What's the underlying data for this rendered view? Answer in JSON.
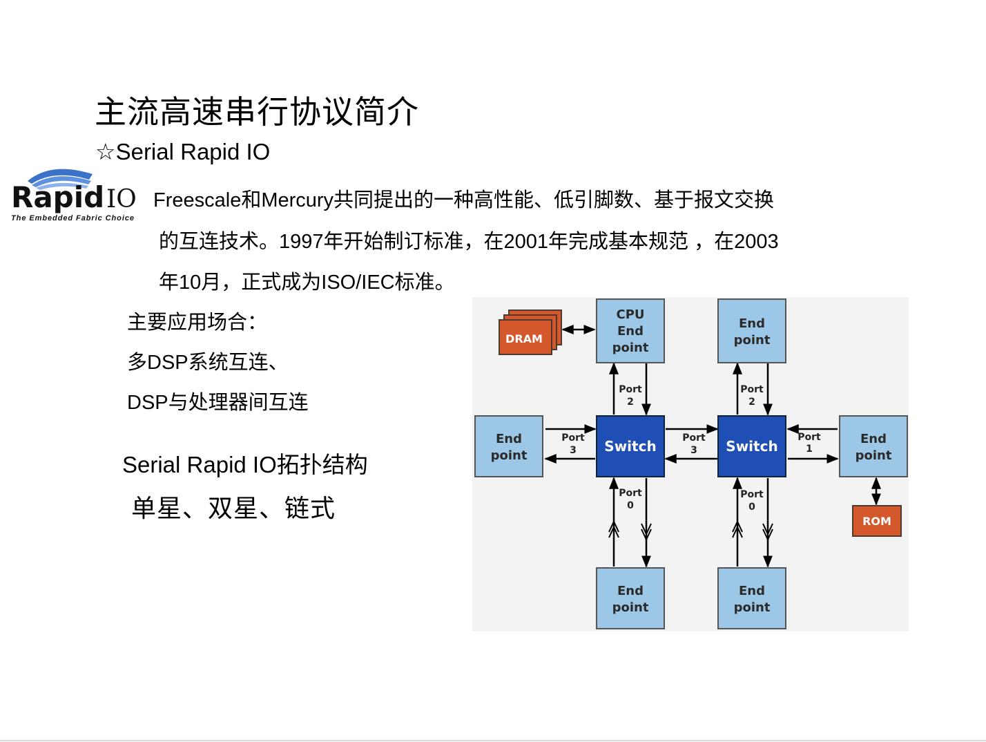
{
  "slide": {
    "title": "主流高速串行协议简介",
    "subtitle": "☆Serial Rapid IO"
  },
  "logo": {
    "wordmark_bold": "Rapid",
    "wordmark_thin": "IO",
    "tagline": "The Embedded Fabric Choice"
  },
  "description": {
    "line1": "Freescale和Mercury共同提出的一种高性能、低引脚数、基于报文交换",
    "line2": "的互连技术。1997年开始制订标准，在2001年完成基本规范 ，在2003",
    "line3": "年10月，正式成为ISO/IEC标准。"
  },
  "applications": {
    "heading": "主要应用场合：",
    "items": [
      "多DSP系统互连、",
      "DSP与处理器间互连"
    ]
  },
  "topology": {
    "title": "Serial Rapid IO拓扑结构",
    "types": "单星、双星、链式"
  },
  "diagram": {
    "colors": {
      "endpoint_fill": "#9cc7e6",
      "switch_fill": "#1f4fb5",
      "memory_fill": "#d4582b",
      "background": "#f3f3f3"
    },
    "cpu_endpoint": [
      "CPU",
      "End",
      "point"
    ],
    "endpoint": [
      "End",
      "point"
    ],
    "switch_label": "Switch",
    "dram_label": "DRAM",
    "rom_label": "ROM",
    "port_word": "Port",
    "ports": {
      "left_switch_top": "2",
      "left_switch_left": "3",
      "left_switch_bottom": "0",
      "right_switch_top": "2",
      "right_switch_left": "3",
      "right_switch_right": "1",
      "right_switch_bottom": "0"
    }
  }
}
